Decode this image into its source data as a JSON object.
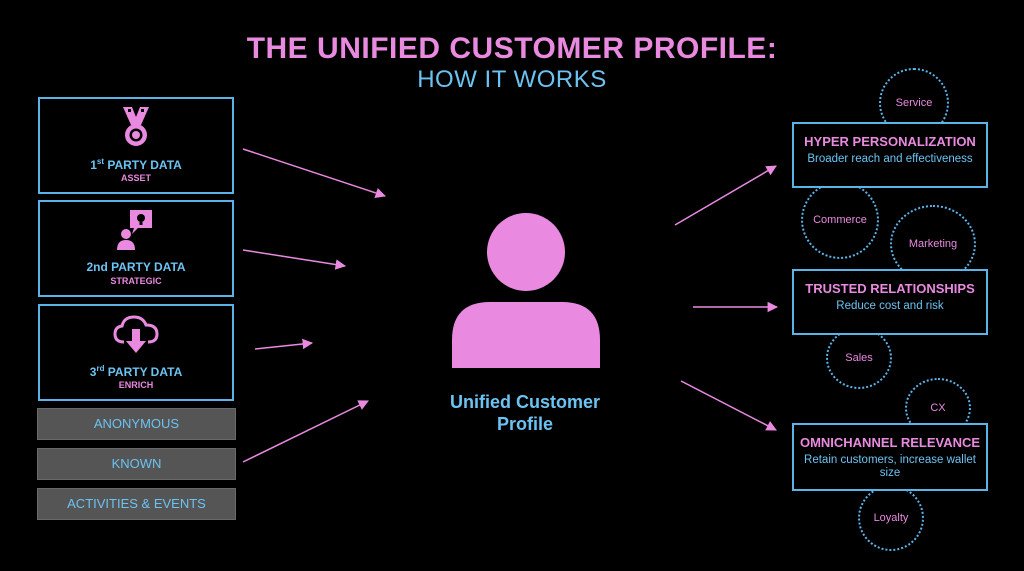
{
  "title": {
    "line1": "THE UNIFIED CUSTOMER PROFILE:",
    "line2": "HOW IT WORKS"
  },
  "sources": [
    {
      "label_prefix": "1",
      "label_sup": "st",
      "label_rest": " PARTY DATA",
      "sub": "ASSET",
      "icon": "medal-icon"
    },
    {
      "label": "2nd PARTY DATA",
      "sub": "STRATEGIC",
      "icon": "person-idea-icon"
    },
    {
      "label_prefix": "3",
      "label_sup": "rd",
      "label_rest": " PARTY DATA",
      "sub": "ENRICH",
      "icon": "cloud-download-icon"
    }
  ],
  "data_types": [
    "ANONYMOUS",
    "KNOWN",
    "ACTIVITIES & EVENTS"
  ],
  "center": {
    "line1": "Unified Customer",
    "line2": "Profile",
    "icon": "person-icon"
  },
  "outcomes": [
    {
      "title": "HYPER PERSONALIZATION",
      "desc": "Broader reach and effectiveness"
    },
    {
      "title": "TRUSTED RELATIONSHIPS",
      "desc": "Reduce cost and risk"
    },
    {
      "title": "OMNICHANNEL RELEVANCE",
      "desc": "Retain customers, increase wallet size"
    }
  ],
  "channels": [
    "Service",
    "Commerce",
    "Marketing",
    "Sales",
    "CX",
    "Loyalty"
  ],
  "colors": {
    "pink": "#e98ae0",
    "blue": "#6cc3f2",
    "background": "#000000",
    "grey_box": "#555555"
  }
}
